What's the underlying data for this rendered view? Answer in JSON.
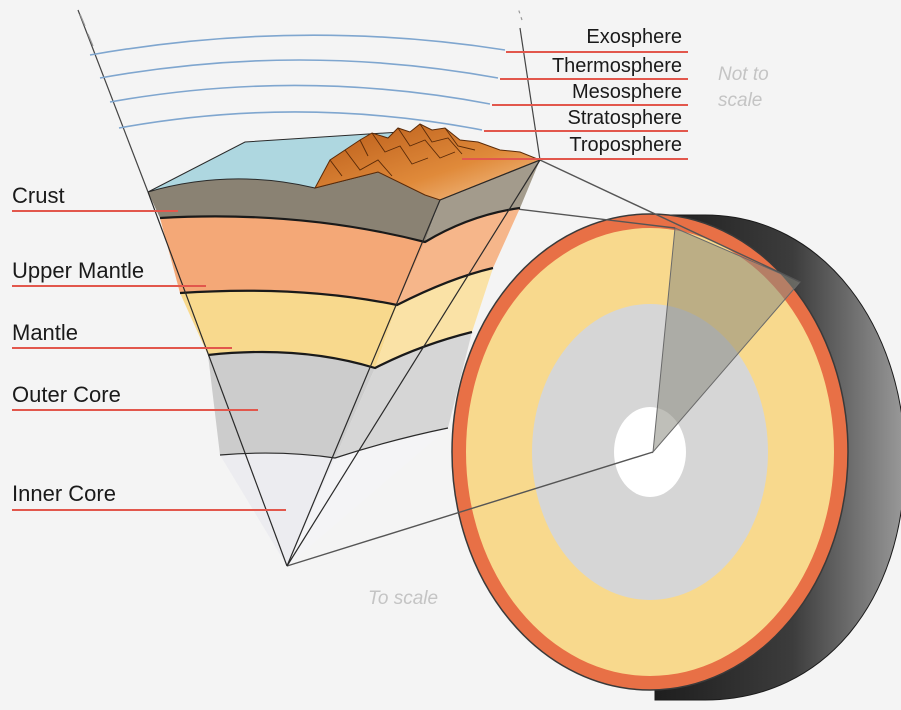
{
  "layers": {
    "crust": "Crust",
    "upper_mantle": "Upper Mantle",
    "mantle": "Mantle",
    "outer_core": "Outer Core",
    "inner_core": "Inner Core"
  },
  "atmosphere": {
    "exosphere": "Exosphere",
    "thermosphere": "Thermosphere",
    "mesosphere": "Mesosphere",
    "stratosphere": "Stratosphere",
    "troposphere": "Troposphere"
  },
  "notes": {
    "not_to_scale": [
      "Not to",
      "scale"
    ],
    "to_scale": "To scale"
  },
  "colors": {
    "crust": "#8a8273",
    "upper_mantle": "#f4a877",
    "mantle": "#f8d98d",
    "outer_core": "#cccccc",
    "inner_core": "#ececf0",
    "ocean": "#aed7e0",
    "mountain": "#d9782a",
    "label_line": "#e2574c",
    "atmosphere_line": "#7fa6cf",
    "sphere_rim": "#e87046"
  }
}
